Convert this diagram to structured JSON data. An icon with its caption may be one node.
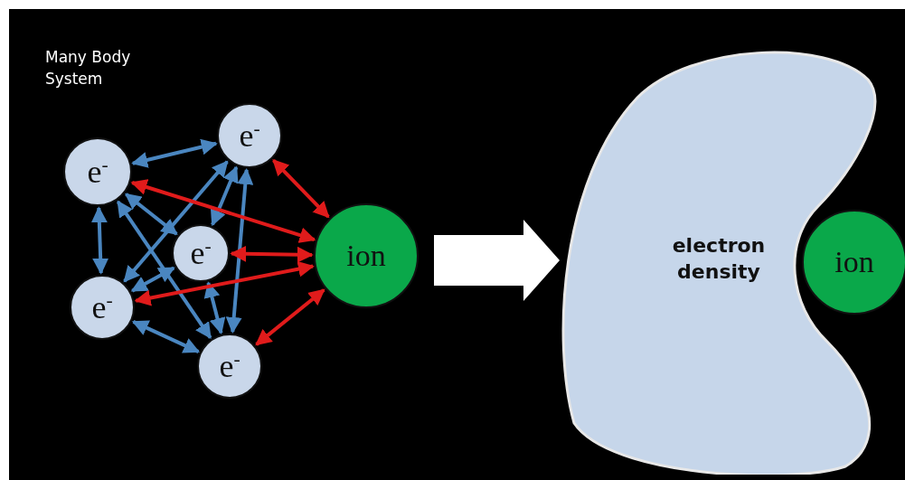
{
  "diagram": {
    "nodes": [
      {
        "text": [
          "e$^{-}$"
        ]
      },
      {
        "text": [
          "e$^{-}$"
        ]
      },
      {
        "text": [
          "e$^{-}$"
        ]
      },
      {
        "text": [
          "e$^{-}$"
        ]
      },
      {
        "text": [
          "e$^{-}$"
        ]
      },
      {
        "text": [
          "ion"
        ]
      },
      {
        "text": [
          "electron density"
        ]
      },
      {
        "text": [
          "ion"
        ]
      }
    ],
    "edges": [
      {
        "from": 0,
        "to": 1,
        "arrow": "both"
      },
      {
        "from": 0,
        "to": 3,
        "arrow": "both"
      },
      {
        "from": 0,
        "to": 2,
        "arrow": "both"
      },
      {
        "from": 0,
        "to": 4,
        "arrow": "both"
      },
      {
        "from": 1,
        "to": 3,
        "arrow": "both"
      },
      {
        "from": 1,
        "to": 2,
        "arrow": "both"
      },
      {
        "from": 1,
        "to": 4,
        "arrow": "both"
      },
      {
        "from": 2,
        "to": 3,
        "arrow": "both"
      },
      {
        "from": 2,
        "to": 4,
        "arrow": "both"
      },
      {
        "from": 3,
        "to": 4,
        "arrow": "both"
      },
      {
        "from": 0,
        "to": 5,
        "arrow": "both",
        "color": "#e01b1b"
      },
      {
        "from": 1,
        "to": 5,
        "arrow": "both",
        "color": "#e01b1b"
      },
      {
        "from": 2,
        "to": 5,
        "arrow": "both",
        "color": "#e01b1b"
      },
      {
        "from": 3,
        "to": 5,
        "arrow": "both",
        "color": "#e01b1b"
      },
      {
        "from": 4,
        "to": 5,
        "arrow": "both",
        "color": "#e01b1b"
      },
      {
        "from": 5,
        "to": 6,
        "arrow": "to",
        "style": "thick"
      }
    ],
    "labels": [
      "Many Body System"
    ]
  }
}
